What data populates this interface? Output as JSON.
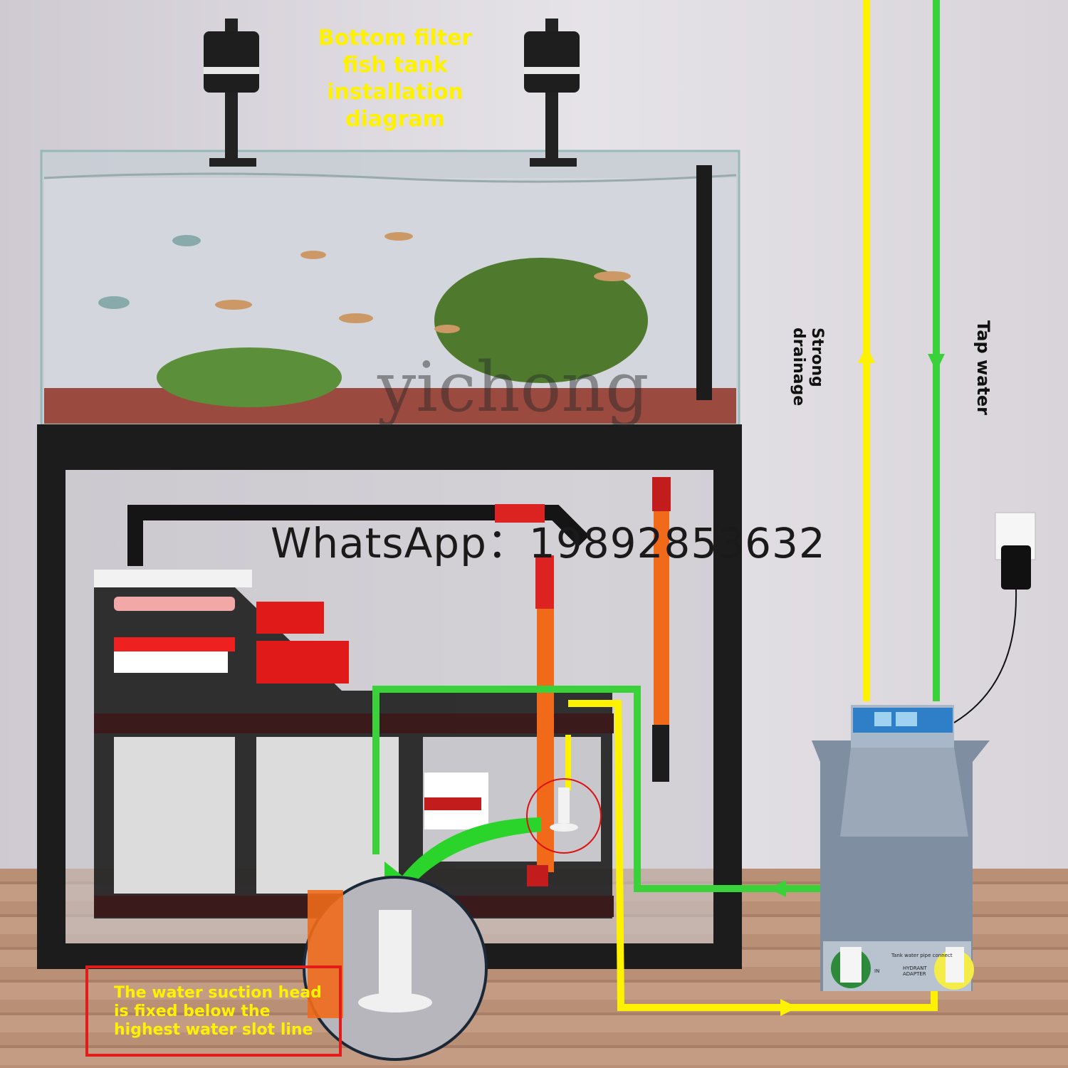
{
  "title_lines": [
    "Bottom filter",
    "fish tank",
    "installation",
    "diagram"
  ],
  "labels": {
    "strong_drainage_lines": [
      "Strong",
      "drainage"
    ],
    "tap_water": "Tap water",
    "whatsapp": "WhatsApp：19892853632",
    "watermark": "yichong",
    "note_lines": [
      "The water suction head",
      "is fixed below the",
      "highest water slot line"
    ]
  },
  "device_panel": {
    "top_text": "Tank water pipe connect",
    "in_label": "IN",
    "adapter_lines": [
      "HYDRANT",
      "ADAPTER"
    ]
  },
  "colors": {
    "drain_pipe": "#fff200",
    "tap_pipe": "#3ad13a",
    "note_border": "#e21b1b"
  }
}
